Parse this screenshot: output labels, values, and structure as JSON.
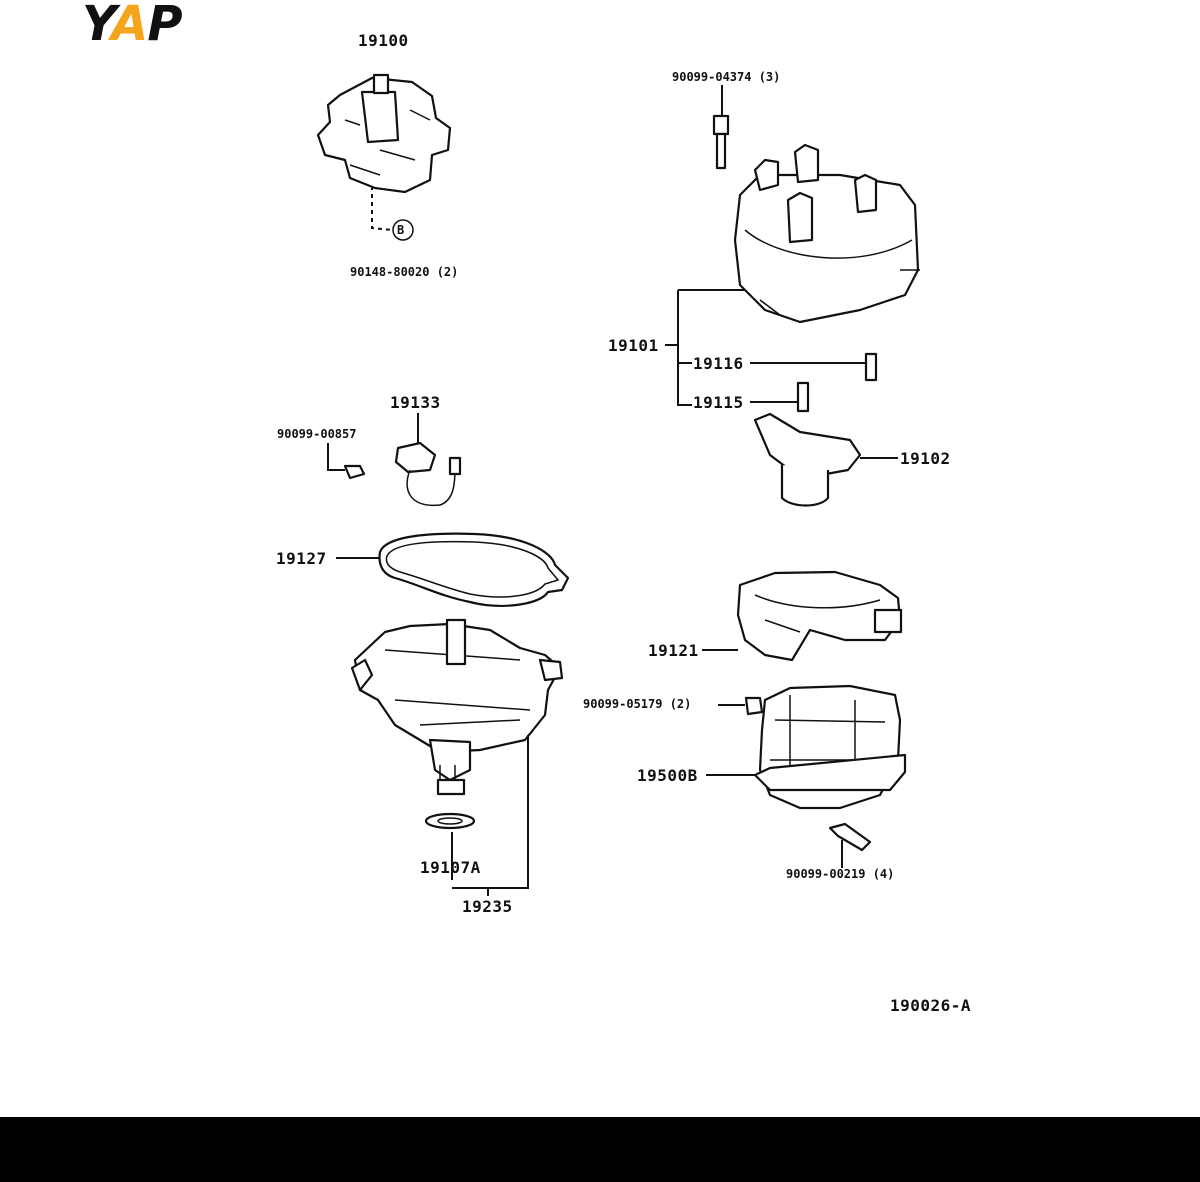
{
  "logo": {
    "y": "Y",
    "a": "A",
    "p": "P"
  },
  "labels": {
    "p19100": "19100",
    "screw_b": "90148-80020 (2)",
    "circle_b": "B",
    "bolt_top": "90099-04374 (3)",
    "p19101": "19101",
    "p19116": "19116",
    "p19115": "19115",
    "p19102": "19102",
    "p19133": "19133",
    "screw_small": "90099-00857",
    "p19127": "19127",
    "p19121": "19121",
    "screw_mid": "90099-05179 (2)",
    "p19500b": "19500B",
    "screw_low": "90099-00219 (4)",
    "p19107a": "19107A",
    "p19235": "19235",
    "fig_code": "190026-A"
  },
  "colors": {
    "logo_accent": "#f4a51c",
    "ink": "#111111",
    "bar": "#000000"
  }
}
